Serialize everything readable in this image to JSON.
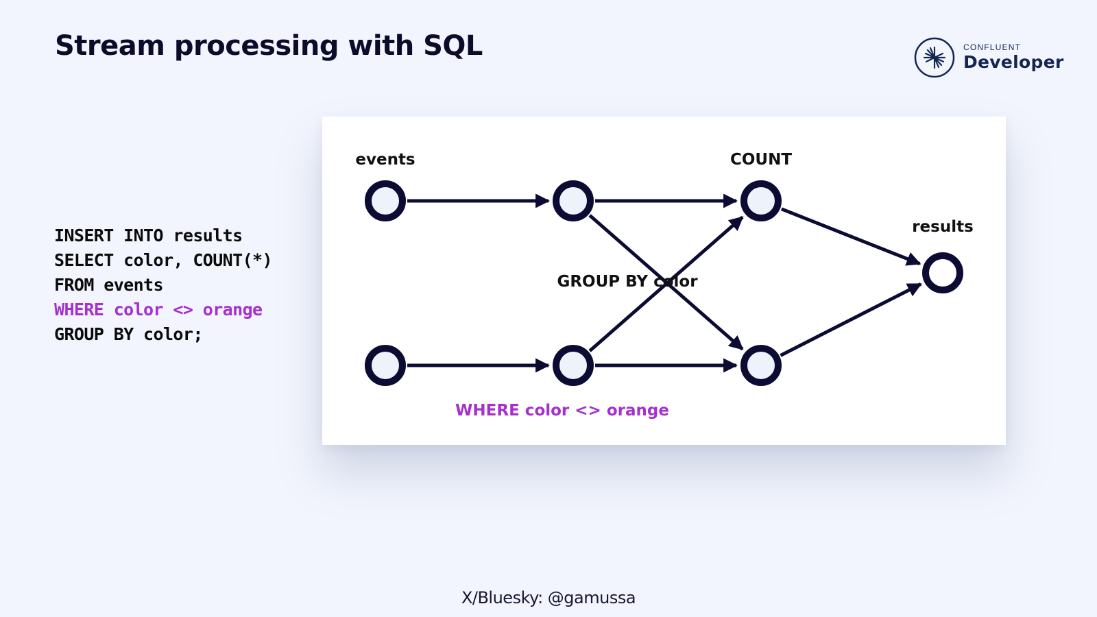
{
  "slide": {
    "title": "Stream processing with SQL",
    "footer": "X/Bluesky: @gamussa"
  },
  "logo": {
    "icon": "confluent-starburst-icon",
    "small_text": "CONFLUENT",
    "big_text": "Developer",
    "color": "#13264f"
  },
  "code": {
    "lines": [
      {
        "text": "INSERT INTO results",
        "highlight": false
      },
      {
        "text": "SELECT color, COUNT(*)",
        "highlight": false
      },
      {
        "text": "FROM events",
        "highlight": false
      },
      {
        "text": "WHERE color <> orange",
        "highlight": true
      },
      {
        "text": "GROUP BY color;",
        "highlight": false
      }
    ],
    "highlight_color": "#a52fd0"
  },
  "diagram": {
    "node_color": "#0b0b33",
    "node_fill": "#eef2fb",
    "labels": {
      "events": "events",
      "count": "COUNT",
      "results": "results",
      "group_by": "GROUP BY color",
      "where": "WHERE color <> orange"
    },
    "nodes": [
      {
        "id": "source-top",
        "role": "events"
      },
      {
        "id": "source-bottom",
        "role": "events"
      },
      {
        "id": "filter-top",
        "role": "filter"
      },
      {
        "id": "filter-bottom",
        "role": "filter"
      },
      {
        "id": "count-top",
        "role": "count"
      },
      {
        "id": "count-bottom",
        "role": "count"
      },
      {
        "id": "results",
        "role": "results"
      }
    ],
    "edges": [
      {
        "from": "source-top",
        "to": "filter-top"
      },
      {
        "from": "source-bottom",
        "to": "filter-bottom"
      },
      {
        "from": "filter-top",
        "to": "count-top"
      },
      {
        "from": "filter-top",
        "to": "count-bottom"
      },
      {
        "from": "filter-bottom",
        "to": "count-top"
      },
      {
        "from": "filter-bottom",
        "to": "count-bottom"
      },
      {
        "from": "count-top",
        "to": "results"
      },
      {
        "from": "count-bottom",
        "to": "results"
      }
    ]
  }
}
